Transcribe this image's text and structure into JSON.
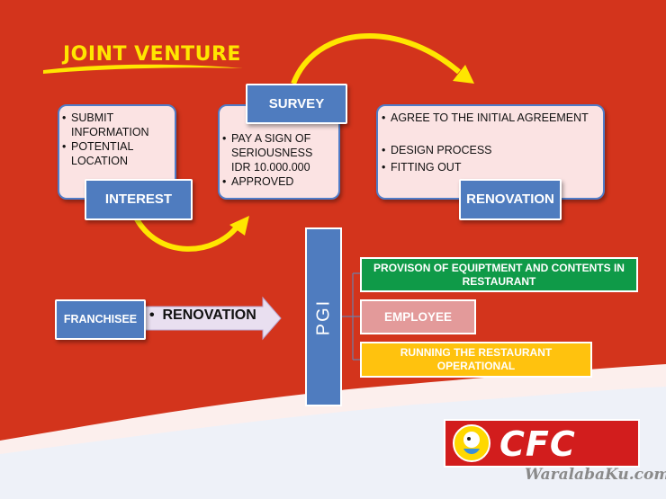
{
  "title": "JOINT VENTURE",
  "steps": {
    "interest": {
      "label": "INTEREST",
      "items": [
        "SUBMIT INFORMATION",
        "POTENTIAL LOCATION"
      ]
    },
    "survey": {
      "label": "SURVEY",
      "items": [
        "PAY A SIGN OF SERIOUSNESS IDR 10.000.000",
        "APPROVED"
      ]
    },
    "renovation": {
      "label": "RENOVATION",
      "items": [
        "AGREE TO THE INITIAL AGREEMENT",
        "DESIGN PROCESS",
        "FITTING OUT"
      ]
    }
  },
  "franchisee": {
    "label": "FRANCHISEE",
    "arrow_item": "RENOVATION"
  },
  "pgi": {
    "label": "PGI",
    "outputs": [
      {
        "label": "PROVISON OF EQUIPTMENT AND CONTENTS IN RESTAURANT",
        "color": "#0f9a48"
      },
      {
        "label": "EMPLOYEE",
        "color": "#e39a9a"
      },
      {
        "label": "RUNNING THE RESTAURANT OPERATIONAL",
        "color": "#ffc20e"
      }
    ]
  },
  "logo": {
    "text": "CFC"
  },
  "watermark": "WaralabaKu.com",
  "colors": {
    "background": "#d3341c",
    "title": "#ffe600",
    "label_blue": "#4f7cbf",
    "curve_arrow": "#ffe600"
  }
}
